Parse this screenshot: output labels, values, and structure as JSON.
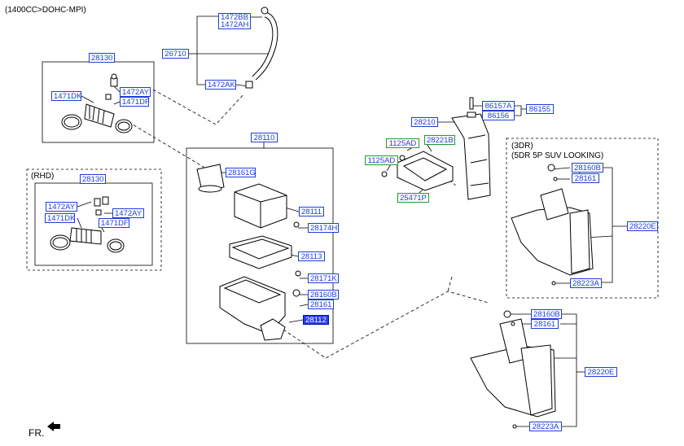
{
  "engine_note": "(1400CC>DOHC-MPI)",
  "rhd_note": "(RHD)",
  "tdr_note_line1": "(3DR)",
  "tdr_note_line2": "(5DR 5P SUV LOOKING)",
  "fr_label": "FR.",
  "parts": {
    "p1472BB": "1472BB",
    "p1472AH": "1472AH",
    "p26710": "26710",
    "p1472AK": "1472AK",
    "p28130": "28130",
    "p1471DK": "1471DK",
    "p1472AY": "1472AY",
    "p1471DF": "1471DF",
    "p28110": "28110",
    "p28161G": "28161G",
    "p28111": "28111",
    "p28174H": "28174H",
    "p28113": "28113",
    "p28171K": "28171K",
    "p28160B": "28160B",
    "p28161": "28161",
    "p28112": "28112",
    "rhd_28130": "28130",
    "rhd_1472AY_a": "1472AY",
    "rhd_1472AY_b": "1472AY",
    "rhd_1471DK": "1471DK",
    "rhd_1471DF": "1471DF",
    "p86157A": "86157A",
    "p86156": "86156",
    "p86155": "86155",
    "p28210": "28210",
    "p1125AD_a": "1125AD",
    "p28221B": "28221B",
    "p1125AD_b": "1125AD",
    "p25471P": "25471P",
    "tdr_28160B": "28160B",
    "tdr_28161": "28161",
    "tdr_28220E": "28220E",
    "tdr_28223A": "28223A",
    "b_28160B": "28160B",
    "b_28161": "28161",
    "b_28220E": "28220E",
    "b_28223A": "28223A"
  }
}
